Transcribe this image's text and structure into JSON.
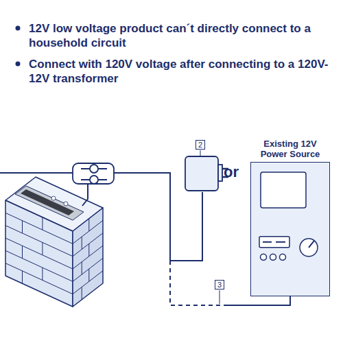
{
  "diagram": {
    "nodes": [
      {
        "text": [
          "Existing 12V Power Source"
        ]
      }
    ],
    "labels": [
      "12V low voltage product can´t directly connect to a household circuit",
      "Connect with 120V voltage after connecting to a 120V-12V transformer",
      "2",
      "or",
      "3"
    ]
  }
}
